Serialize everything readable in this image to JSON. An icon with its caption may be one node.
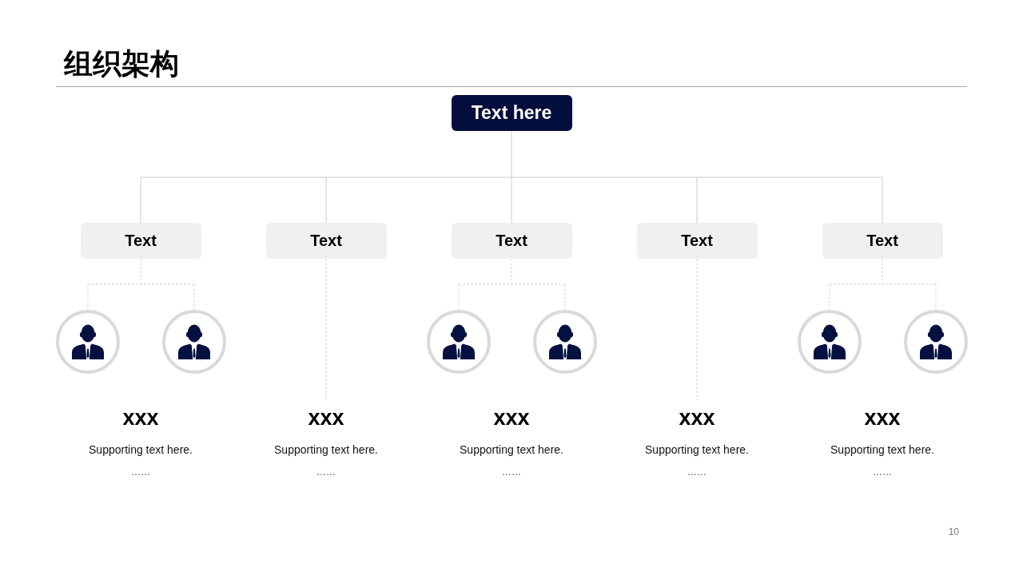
{
  "diagram": {
    "title": "组织架构",
    "nodes": [
      {
        "text": [
          "Text here"
        ]
      },
      {
        "text": [
          "Text"
        ]
      },
      {
        "text": [
          "Text"
        ]
      },
      {
        "text": [
          "Text"
        ]
      },
      {
        "text": [
          "Text"
        ]
      },
      {
        "text": [
          "Text"
        ]
      },
      {
        "text": [],
        "shape": "person"
      },
      {
        "text": [],
        "shape": "person"
      },
      {
        "text": [],
        "shape": "person"
      },
      {
        "text": [],
        "shape": "person"
      },
      {
        "text": [],
        "shape": "person"
      },
      {
        "text": [],
        "shape": "person"
      },
      {
        "text": [
          "xxx",
          "Supporting text here.",
          "……"
        ]
      },
      {
        "text": [
          "xxx",
          "Supporting text here.",
          "……"
        ]
      },
      {
        "text": [
          "xxx",
          "Supporting text here.",
          "……"
        ]
      },
      {
        "text": [
          "xxx",
          "Supporting text here.",
          "……"
        ]
      },
      {
        "text": [
          "xxx",
          "Supporting text here.",
          "……"
        ]
      }
    ],
    "edges": [
      {
        "from": 0,
        "to": 1,
        "arrow": "none"
      },
      {
        "from": 0,
        "to": 2,
        "arrow": "none"
      },
      {
        "from": 0,
        "to": 3,
        "arrow": "none"
      },
      {
        "from": 0,
        "to": 4,
        "arrow": "none"
      },
      {
        "from": 0,
        "to": 5,
        "arrow": "none"
      },
      {
        "from": 1,
        "to": 6,
        "arrow": "none",
        "style": "dashed"
      },
      {
        "from": 1,
        "to": 7,
        "arrow": "none",
        "style": "dashed"
      },
      {
        "from": 2,
        "to": 13,
        "arrow": "none",
        "style": "dashed"
      },
      {
        "from": 3,
        "to": 8,
        "arrow": "none",
        "style": "dashed"
      },
      {
        "from": 3,
        "to": 9,
        "arrow": "none",
        "style": "dashed"
      },
      {
        "from": 4,
        "to": 15,
        "arrow": "none",
        "style": "dashed"
      },
      {
        "from": 5,
        "to": 10,
        "arrow": "none",
        "style": "dashed"
      },
      {
        "from": 5,
        "to": 11,
        "arrow": "none",
        "style": "dashed"
      }
    ],
    "labels": [
      "10"
    ]
  }
}
